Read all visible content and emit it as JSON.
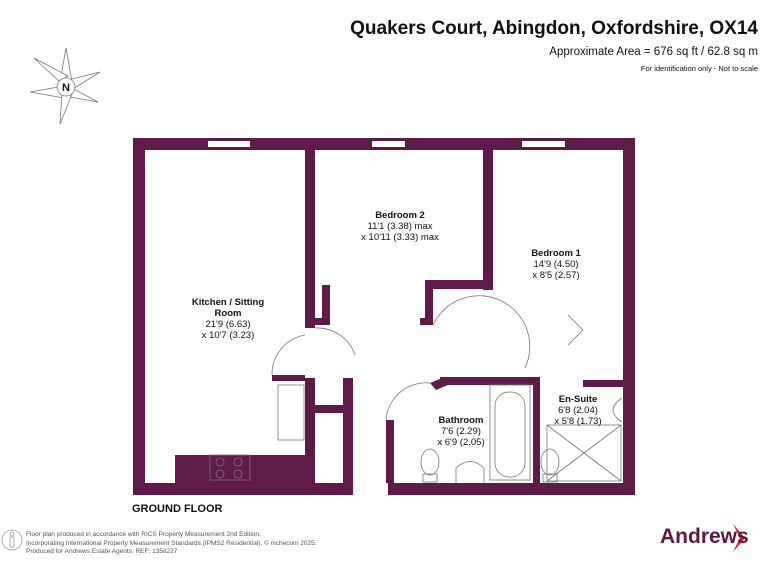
{
  "header": {
    "title": "Quakers Court, Abingdon, Oxfordshire, OX14",
    "area": "Approximate Area = 676 sq ft / 62.8 sq m",
    "disclaimer": "For identification only - Not to scale"
  },
  "compass": {
    "label": "N"
  },
  "rooms": [
    {
      "name": "Bedroom 2",
      "dim1": "11'1 (3.38) max",
      "dim2": "x 10'11 (3.33) max"
    },
    {
      "name": "Bedroom 1",
      "dim1": "14'9 (4.50)",
      "dim2": "x 8'5 (2.57)"
    },
    {
      "name": "Kitchen / Sitting Room",
      "dim1": "21'9 (6.63)",
      "dim2": "x 10'7 (3.23)"
    },
    {
      "name": "Bathroom",
      "dim1": "7'6 (2.29)",
      "dim2": "x 6'9 (2.05)"
    },
    {
      "name": "En-Suite",
      "dim1": "6'8 (2.04)",
      "dim2": "x 5'8 (1.73)"
    }
  ],
  "floor_label": "GROUND FLOOR",
  "footer": {
    "line1": "Floor plan produced in accordance with RICS Property Measurement 2nd Edition,",
    "line2": "Incorporating International Property Measurement Standards (IPMS2 Residential).   © nichecom 2025.",
    "line3": "Produced for Andrews Estate Agents.    REF: 1358227"
  },
  "brand": {
    "name": "Andrews",
    "color": "#5a1a45",
    "accent": "#e3152b"
  },
  "colors": {
    "wall": "#5e1a48"
  }
}
